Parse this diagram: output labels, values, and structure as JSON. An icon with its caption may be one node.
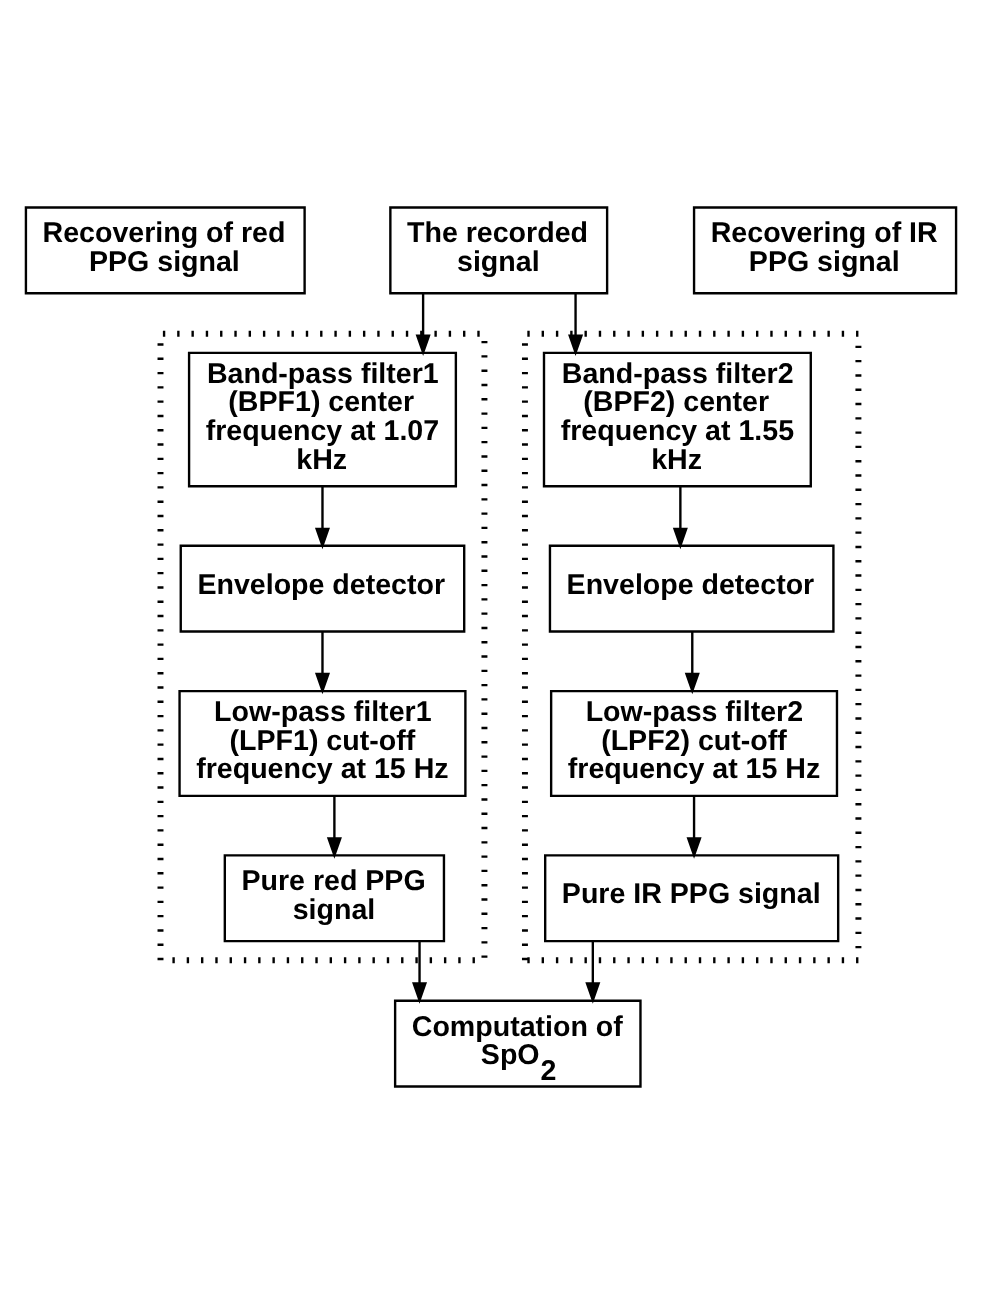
{
  "diagram": {
    "nodes": [
      {
        "text": [
          "The recorded signal"
        ]
      },
      {
        "text": [
          "Recovering of red PPG signal"
        ]
      },
      {
        "text": [
          "Recovering of IR PPG signal"
        ]
      },
      {
        "text": [],
        "shape": "box"
      },
      {
        "text": [
          "Band-pass filter1 (BPF1) center frequency at 1.07 kHz"
        ],
        "in": 3
      },
      {
        "text": [
          "Envelope detector"
        ],
        "in": 3
      },
      {
        "text": [
          "Low-pass filter1 (LPF1) cut-off frequency at 15 Hz"
        ],
        "in": 3
      },
      {
        "text": [
          "Pure red PPG signal"
        ],
        "in": 3
      },
      {
        "text": [],
        "shape": "box"
      },
      {
        "text": [
          "Band-pass filter2 (BPF2) center frequency at 1.55 kHz"
        ],
        "in": 8
      },
      {
        "text": [
          "Envelope detector"
        ],
        "in": 8
      },
      {
        "text": [
          "Low-pass filter2 (LPF2) cut-off frequency at 15 Hz"
        ],
        "in": 8
      },
      {
        "text": [
          "Pure IR PPG signal"
        ],
        "in": 8
      },
      {
        "text": [
          "Computation of SpO$_{2}$"
        ]
      }
    ],
    "edges": [
      {
        "from": 0,
        "to": 4,
        "arrow": "to"
      },
      {
        "from": 0,
        "to": 9,
        "arrow": "to"
      },
      {
        "from": 4,
        "to": 5,
        "arrow": "to"
      },
      {
        "from": 5,
        "to": 6,
        "arrow": "to"
      },
      {
        "from": 6,
        "to": 7,
        "arrow": "to"
      },
      {
        "from": 9,
        "to": 10,
        "arrow": "to"
      },
      {
        "from": 10,
        "to": 11,
        "arrow": "to"
      },
      {
        "from": 11,
        "to": 12,
        "arrow": "to"
      },
      {
        "from": 7,
        "to": 13,
        "arrow": "to"
      },
      {
        "from": 12,
        "to": 13,
        "arrow": "to"
      }
    ]
  }
}
